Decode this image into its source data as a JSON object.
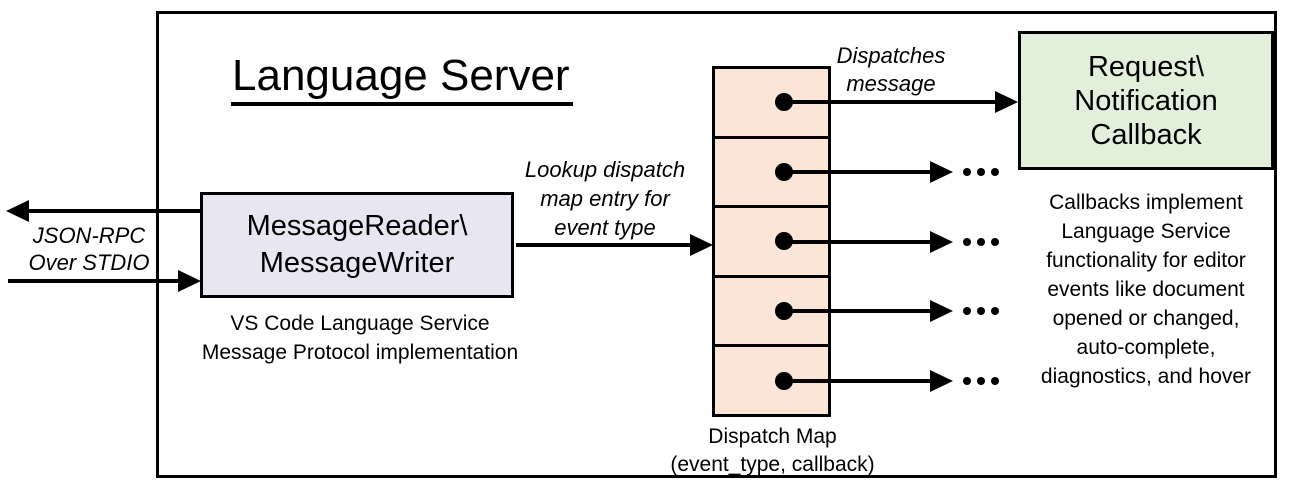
{
  "title": "Language Server",
  "reader": {
    "line1": "MessageReader\\",
    "line2": "MessageWriter",
    "caption1": "VS Code Language Service",
    "caption2": "Message Protocol implementation"
  },
  "dispatch_map": {
    "rows": 5,
    "caption1": "Dispatch Map",
    "caption2": "(event_type, callback)"
  },
  "callback": {
    "line1": "Request\\",
    "line2": "Notification",
    "line3": "Callback",
    "caption_lines": [
      "Callbacks implement",
      "Language Service",
      "functionality for editor",
      "events like document",
      "opened or changed,",
      "auto-complete,",
      "diagnostics, and hover"
    ]
  },
  "annotations": {
    "jsonrpc1": "JSON-RPC",
    "jsonrpc2": "Over STDIO",
    "lookup1": "Lookup dispatch",
    "lookup2": "map entry for",
    "lookup3": "event type",
    "dispatches1": "Dispatches",
    "dispatches2": "message"
  },
  "icons": {
    "ellipsis": "..."
  },
  "colors": {
    "reader_fill": "#E8E6F0",
    "dispatch_fill": "#FBE5D6",
    "callback_fill": "#E2EFDA",
    "line": "#000000"
  }
}
